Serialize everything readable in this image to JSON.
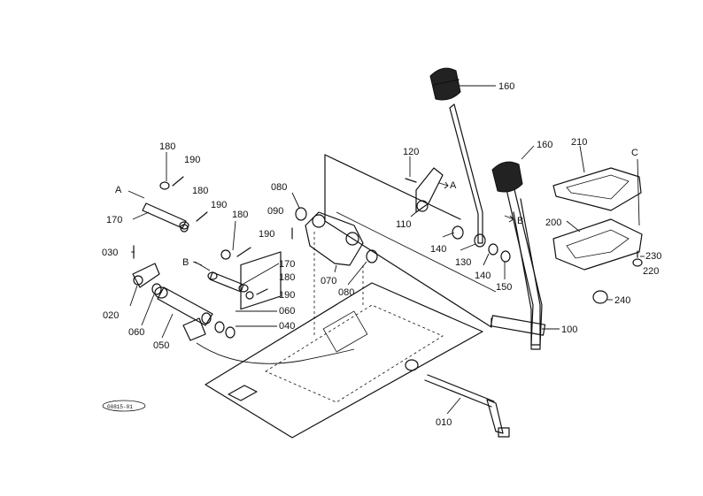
{
  "labels": {
    "p160a": "160",
    "p160b": "160",
    "p120": "120",
    "p210": "210",
    "pC": "C",
    "p180a": "180",
    "p190a": "190",
    "p180b": "180",
    "p190b": "190",
    "pA1": "A",
    "p170a": "170",
    "p180c": "180",
    "p190c": "190",
    "p080a": "080",
    "p090": "090",
    "p110": "110",
    "pA2": "A",
    "pB2": "B",
    "p200": "200",
    "p140a": "140",
    "p130": "130",
    "p140b": "140",
    "p150": "150",
    "p230": "230",
    "p220": "220",
    "p030": "030",
    "pB1": "B",
    "p170b": "170",
    "p180d": "180",
    "p190d": "190",
    "p070": "070",
    "p080b": "080",
    "p240": "240",
    "p020": "020",
    "p060a": "060",
    "p060b": "060",
    "p050": "050",
    "p040": "040",
    "p100": "100",
    "p010": "010"
  },
  "stamp": "00815-01"
}
